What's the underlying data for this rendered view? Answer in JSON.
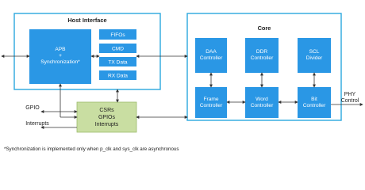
{
  "host_interface": {
    "title": "Host Interface",
    "apb_block": {
      "line1": "APB",
      "line2": "+",
      "line3": "Synchronization*"
    },
    "fifos": "FIFOs",
    "cmd": "CMD",
    "tx_data": "TX Data",
    "rx_data": "RX Data"
  },
  "core": {
    "title": "Core",
    "daa": {
      "line1": "DAA",
      "line2": "Controller"
    },
    "ddr": {
      "line1": "DDR",
      "line2": "Controller"
    },
    "scl": {
      "line1": "SCL",
      "line2": "Divider"
    },
    "frame": {
      "line1": "Frame",
      "line2": "Controller"
    },
    "word": {
      "line1": "Word",
      "line2": "Controller"
    },
    "bit": {
      "line1": "Bit",
      "line2": "Controller"
    }
  },
  "csr_block": {
    "line1": "CSRs",
    "line2": "GPIOs",
    "line3": "Interrupts"
  },
  "external": {
    "gpio": "GPIO",
    "interrupts": "Interrupts",
    "phy_line1": "PHY",
    "phy_line2": "Control"
  },
  "footnote": "*Synchronization is implemented only when p_clk and sys_clk are asynchronous",
  "colors": {
    "block_blue": "#2a97e5",
    "panel_border": "#2aa7de",
    "csr_green": "#c9dea2"
  }
}
